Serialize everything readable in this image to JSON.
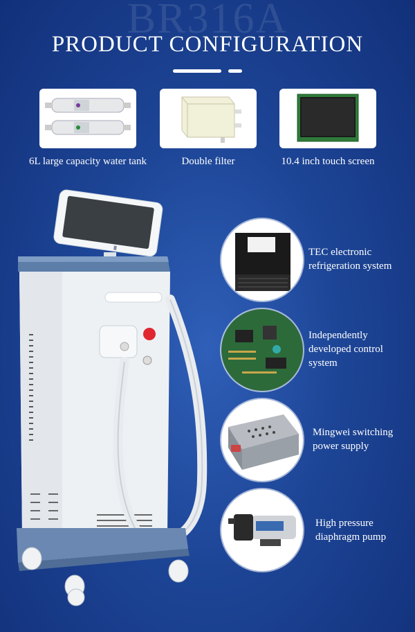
{
  "watermark": "BR316A",
  "title": "PRODUCT CONFIGURATION",
  "top_items": [
    {
      "label": "6L large capacity water tank"
    },
    {
      "label": "Double filter"
    },
    {
      "label": "10.4 inch touch screen"
    }
  ],
  "features": [
    {
      "line1": "TEC electronic",
      "line2": "refrigeration system",
      "line3": ""
    },
    {
      "line1": "Independently",
      "line2": "developed control",
      "line3": "system"
    },
    {
      "line1": "Mingwei switching",
      "line2": "power supply",
      "line3": ""
    },
    {
      "line1": "High pressure",
      "line2": "diaphragm pump",
      "line3": ""
    }
  ],
  "colors": {
    "background": "#1d4596",
    "machine_body": "#eef1f4",
    "machine_trim": "#5a7aa8",
    "red_button": "#e0262f"
  }
}
